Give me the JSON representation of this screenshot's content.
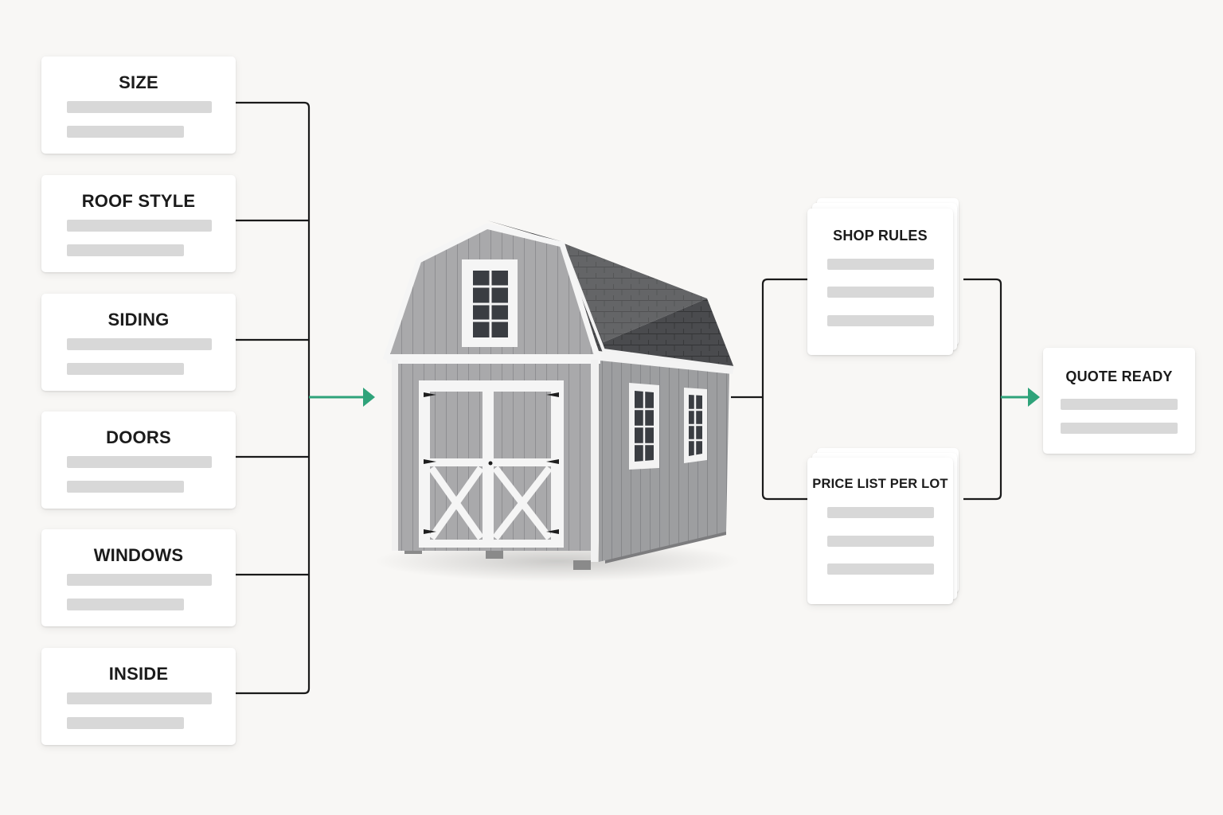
{
  "inputs": [
    {
      "label": "SIZE"
    },
    {
      "label": "ROOF STYLE"
    },
    {
      "label": "SIDING"
    },
    {
      "label": "DOORS"
    },
    {
      "label": "WINDOWS"
    },
    {
      "label": "INSIDE"
    }
  ],
  "rules": [
    {
      "label": "SHOP RULES"
    },
    {
      "label": "PRICE LIST PER LOT"
    }
  ],
  "output": {
    "label": "QUOTE READY"
  },
  "colors": {
    "arrow": "#2fa37a",
    "connector": "#1a1a1a",
    "placeholder": "#d8d8d8"
  }
}
